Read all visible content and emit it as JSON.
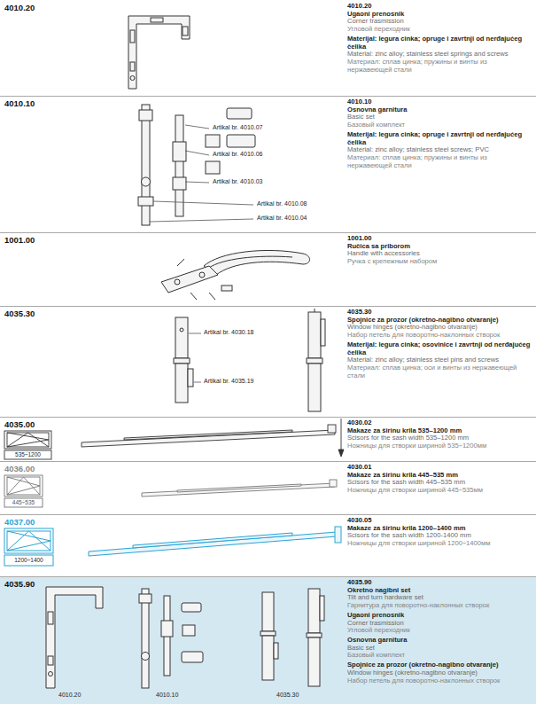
{
  "diagram": {
    "nodes": [
      {
        "text": [
          "4010.20",
          "4010.20",
          "Ugaoni prenosnik",
          "Corner trasmission",
          "Угловой переходник",
          "Materijal: legura cinka; opruge i zavrtnji od nerđajućeg čelika",
          "Material: zinc alloy; stainless steel springs and screws",
          "Материал: сплав цинка; пружины и винты из нержавеющей стали"
        ]
      },
      {
        "text": [
          "4010.10",
          "4010.10",
          "Osnovna garnitura",
          "Basic set",
          "Базовый комплект",
          "Materijal: legura cinka; opruge i zavrtnji od nerđajućeg čelika",
          "Material: zinc alloy; stainless steel screws; PVC",
          "Материал: сплав цинка; пружины и винты из нержавеющей стали"
        ]
      },
      {
        "text": [
          "1001.00",
          "1001.00",
          "Ručica sa priborom",
          "Handle with accessories",
          "Ручка с крепежным набором"
        ]
      },
      {
        "text": [
          "4035.30",
          "4035.30",
          "Spojnice za prozor (okretno-nagibno otvaranje)",
          "Window hinges (okretno-nagibno otvaranje)",
          "Набор петель для поворотно-наклонных створок",
          "Materijal: legura cinka; osovinice i zavrtnji od nerđajućeg čelika",
          "Material: zinc alloy; stainless steel pins and screws",
          "Материал: сплав цинка; оси и винты из нержавеющей стали"
        ]
      },
      {
        "text": [
          "4035.00",
          "4030.02",
          "Makaze za širinu krila 535–1200 mm",
          "Scisors for the sash width 535–1200 mm",
          "Ножницы для створки шириной 535÷1200мм"
        ]
      },
      {
        "text": [
          "4036.00",
          "4030.01",
          "Makaze za širinu krila 445–535 mm",
          "Scisors for the sash width 445–535 mm",
          "Ножницы для створки шириной 445÷535мм"
        ]
      },
      {
        "text": [
          "4037.00",
          "4030.05",
          "Makaze za širinu krila 1200–1400 mm",
          "Scisors for the sash width 1200-1400 mm",
          "Ножницы для створки шириной 1200÷1400мм"
        ]
      },
      {
        "text": [
          "4035.90",
          "4035.90",
          "Okretno nagibni set",
          "Tilt and turn hardware set",
          "Гарнитура для поворотно-наклонных створок",
          "Ugaoni prenosnik",
          "Corner trasmission",
          "Угловой переходник",
          "Osnovna garnitura",
          "Basic set",
          "Базовый комплект",
          "Spojnice za prozor (okretno-nagibno otvaranje)",
          "Window hinges (okretno-nagibno otvaranje)",
          "Набор петель для поворотно-наклонных створок"
        ]
      }
    ],
    "labels": [
      "Artikal br. 4010.07",
      "Artikal br. 4010.06",
      "Artikal br. 4010.03",
      "Artikal br. 4010.08",
      "Artikal br. 4010.04",
      "Artikal br. 4030.18",
      "Artikal br. 4035.19",
      "535÷1200",
      "445÷535",
      "1200÷1400",
      "4010.20",
      "4010.10",
      "4035.30"
    ]
  }
}
